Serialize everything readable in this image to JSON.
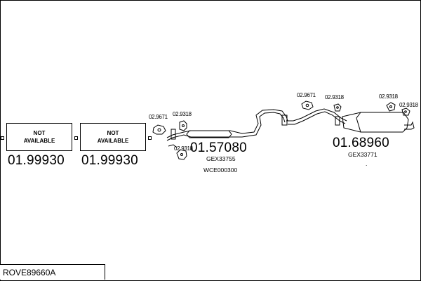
{
  "diagram": {
    "title": "ROVE89660A",
    "not_available_1": {
      "label": "NOT\nAVAILABLE",
      "part_number": "01.99930"
    },
    "not_available_2": {
      "label": "NOT\nAVAILABLE",
      "part_number": "01.99930"
    },
    "front_section": {
      "part_number": "01.57080",
      "code": "GEX33755",
      "code_2": "WCE000300",
      "mount_codes": [
        "02.9671",
        "02.9318",
        "02.9318"
      ]
    },
    "rear_section": {
      "part_number": "01.68960",
      "code": "GEX33771",
      "mark": ".",
      "mount_codes": [
        "02.9671",
        "02.9318",
        "02.9318",
        "02.9318"
      ]
    }
  }
}
